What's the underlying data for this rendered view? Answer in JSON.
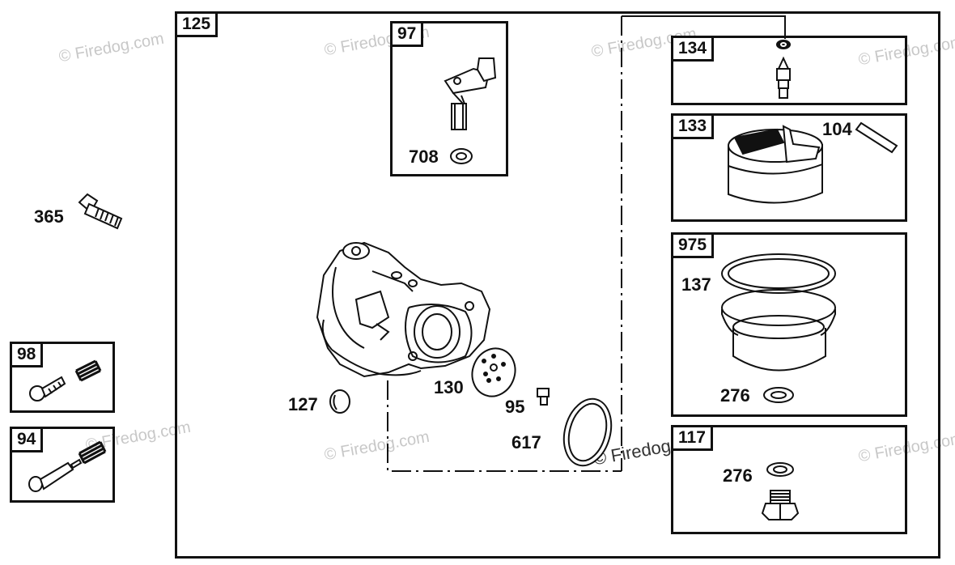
{
  "watermark": "© Firedog.com",
  "colors": {
    "ink": "#111111",
    "watermark": "#c8c8c8",
    "background": "#ffffff"
  },
  "groups": {
    "g125": "125",
    "g97": "97",
    "g134": "134",
    "g133": "133",
    "g975": "975",
    "g117": "117",
    "g98": "98",
    "g94": "94"
  },
  "labels": {
    "p365": "365",
    "p708": "708",
    "p104": "104",
    "p137": "137",
    "p276a": "276",
    "p276b": "276",
    "p127": "127",
    "p130": "130",
    "p95": "95",
    "p617": "617"
  }
}
